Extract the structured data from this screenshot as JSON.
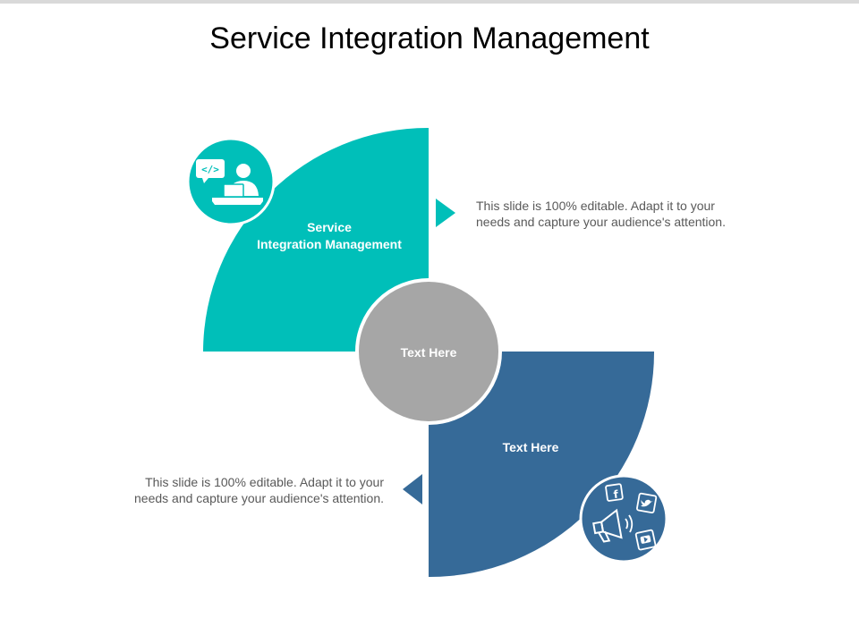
{
  "slide": {
    "title": "Service Integration Management"
  },
  "quadrant_top": {
    "label_line1": "Service",
    "label_line2": "Integration Management",
    "description_line1": "This slide is 100% editable. Adapt it to your",
    "description_line2": "needs and capture your audience's attention.",
    "color": "#00BFB9",
    "icon": "developer-at-laptop-icon"
  },
  "center": {
    "label": "Text Here",
    "color": "#A6A6A6"
  },
  "quadrant_bottom": {
    "label": "Text Here",
    "description_line1": "This slide is 100% editable. Adapt it to your",
    "description_line2": "needs and capture your audience's attention.",
    "color": "#366A98",
    "icon": "social-media-marketing-icon"
  }
}
